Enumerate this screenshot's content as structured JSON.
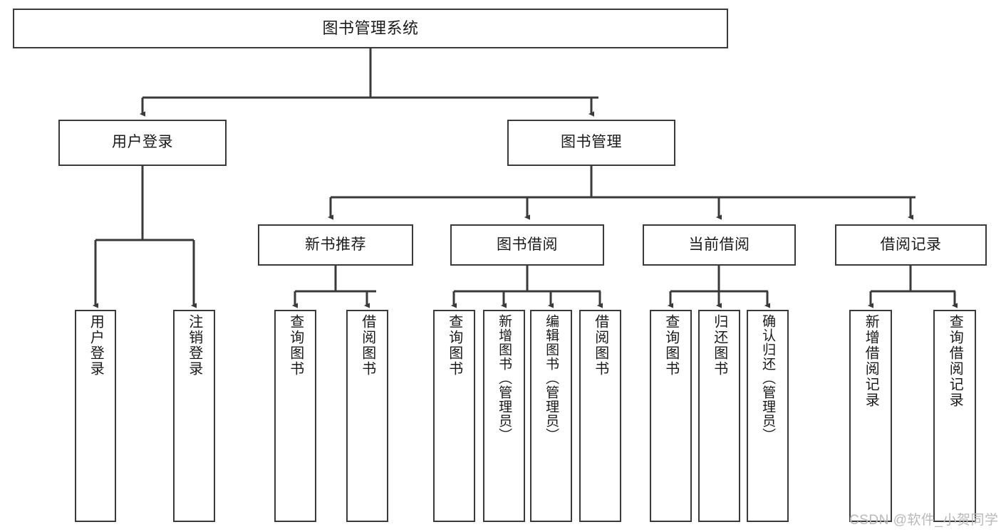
{
  "diagram": {
    "title": "图书管理系统",
    "type": "tree-hierarchy",
    "colors": {
      "box_border": "#3a3a3a",
      "box_fill": "#ffffff",
      "edge": "#3a3a3a",
      "text": "#1a1a1a",
      "watermark": "#b9b9b9",
      "background": "#ffffff"
    },
    "watermark": "CSDN @软件_小贺同学"
  },
  "nodes": {
    "root": {
      "label": "图书管理系统"
    },
    "level2": [
      {
        "label": "用户登录"
      },
      {
        "label": "图书管理"
      }
    ],
    "level3": [
      {
        "label": "新书推荐"
      },
      {
        "label": "图书借阅"
      },
      {
        "label": "当前借阅"
      },
      {
        "label": "借阅记录"
      }
    ],
    "leaves_user_login": [
      {
        "label": "用户登录"
      },
      {
        "label": "注销登录"
      }
    ],
    "leaves_new_book": [
      {
        "label": "查询图书"
      },
      {
        "label": "借阅图书"
      }
    ],
    "leaves_borrow": [
      {
        "label": "查询图书"
      },
      {
        "label": "新增图书（管理员）"
      },
      {
        "label": "编辑图书（管理员）"
      },
      {
        "label": "借阅图书"
      }
    ],
    "leaves_current": [
      {
        "label": "查询图书"
      },
      {
        "label": "归还图书"
      },
      {
        "label": "确认归还（管理员）"
      }
    ],
    "leaves_records": [
      {
        "label": "新增借阅记录"
      },
      {
        "label": "查询借阅记录"
      }
    ]
  }
}
